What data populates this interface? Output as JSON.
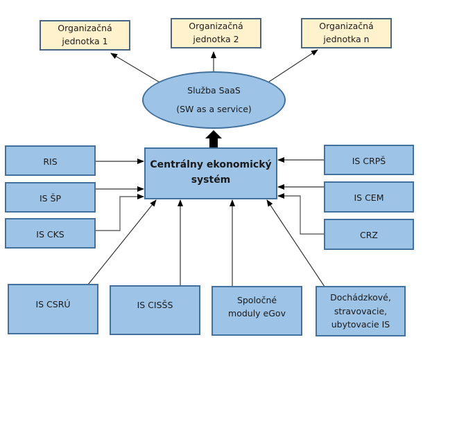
{
  "diagram": {
    "org_units": [
      {
        "line1": "Organizačná",
        "line2": "jednotka 1"
      },
      {
        "line1": "Organizačná",
        "line2": "jednotka 2"
      },
      {
        "line1": "Organizačná",
        "line2": "jednotka n"
      }
    ],
    "saas": {
      "line1": "Služba SaaS",
      "line2": "(SW as a service)"
    },
    "central": {
      "line1": "Centrálny ekonomický",
      "line2": "systém"
    },
    "left_systems": [
      "RIS",
      "IS ŠP",
      "IS CKS"
    ],
    "right_systems": [
      "IS CRPŠ",
      "IS CEM",
      "CRZ"
    ],
    "bottom_systems": [
      {
        "lines": [
          "IS CSRÚ"
        ]
      },
      {
        "lines": [
          "IS CISŠS"
        ]
      },
      {
        "lines": [
          "Spoločné",
          "moduly eGov"
        ]
      },
      {
        "lines": [
          "Dochádzkové,",
          "stravovacie,",
          "ubytovacie IS"
        ]
      }
    ],
    "colors": {
      "system_fill": "#9dc3e6",
      "system_border": "#41719c",
      "unit_fill": "#fff2cc",
      "arrow": "#000000"
    }
  }
}
